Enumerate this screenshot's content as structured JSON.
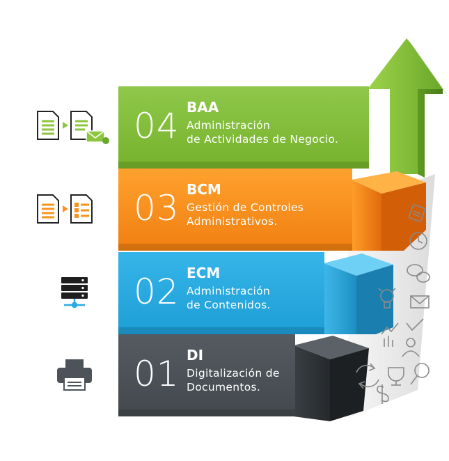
{
  "levels": [
    {
      "number": "04",
      "code": "BAA",
      "desc_line1": "Administración",
      "desc_line2": "de Actividades de Negocio.",
      "color": "#8cc63f",
      "icon": "document-to-document-email-icon"
    },
    {
      "number": "03",
      "code": "BCM",
      "desc_line1": "Gestión de Controles",
      "desc_line2": "Administrativos.",
      "color": "#f7941d",
      "icon": "document-to-checklist-icon"
    },
    {
      "number": "02",
      "code": "ECM",
      "desc_line1": "Administración",
      "desc_line2": "de Contenidos.",
      "color": "#29abe2",
      "icon": "server-network-icon"
    },
    {
      "number": "01",
      "code": "DI",
      "desc_line1": "Digitalización de",
      "desc_line2": "Documentos.",
      "color": "#4d5359",
      "icon": "printer-icon"
    }
  ],
  "colors": {
    "green": "#8cc63f",
    "orange": "#f7941d",
    "blue": "#29abe2",
    "dark": "#4d5359",
    "wall": "#eeeeee"
  },
  "wall_icons": [
    "document-icon",
    "clock-icon",
    "chat-bubbles-icon",
    "lightbulb-icon",
    "email-icon",
    "growth-chart-icon",
    "checkmark-icon",
    "person-icon",
    "recycle-arrows-icon",
    "trophy-icon",
    "magnifier-icon",
    "dollar-icon"
  ]
}
